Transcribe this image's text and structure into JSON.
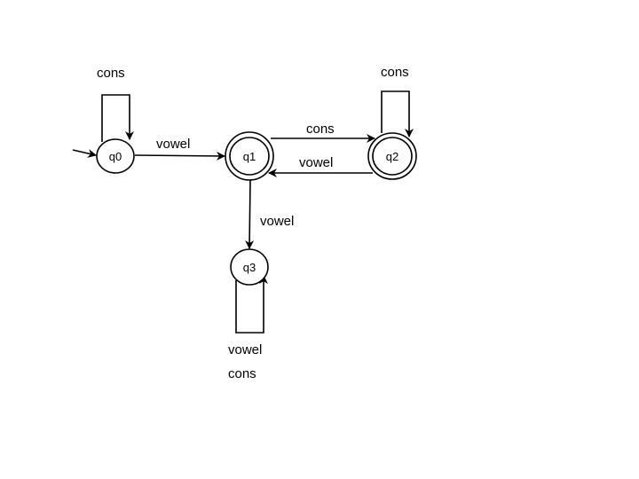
{
  "states": {
    "q0": "q0",
    "q1": "q1",
    "q2": "q2",
    "q3": "q3"
  },
  "accepting": [
    "q1",
    "q2"
  ],
  "start_state": "q0",
  "transitions": [
    {
      "from": "q0",
      "to": "q0",
      "label": "cons"
    },
    {
      "from": "q0",
      "to": "q1",
      "label": "vowel"
    },
    {
      "from": "q1",
      "to": "q2",
      "label": "cons"
    },
    {
      "from": "q2",
      "to": "q1",
      "label": "vowel"
    },
    {
      "from": "q2",
      "to": "q2",
      "label": "cons"
    },
    {
      "from": "q1",
      "to": "q3",
      "label": "vowel"
    },
    {
      "from": "q3",
      "to": "q3",
      "label_line1": "vowel",
      "label_line2": "cons"
    }
  ]
}
